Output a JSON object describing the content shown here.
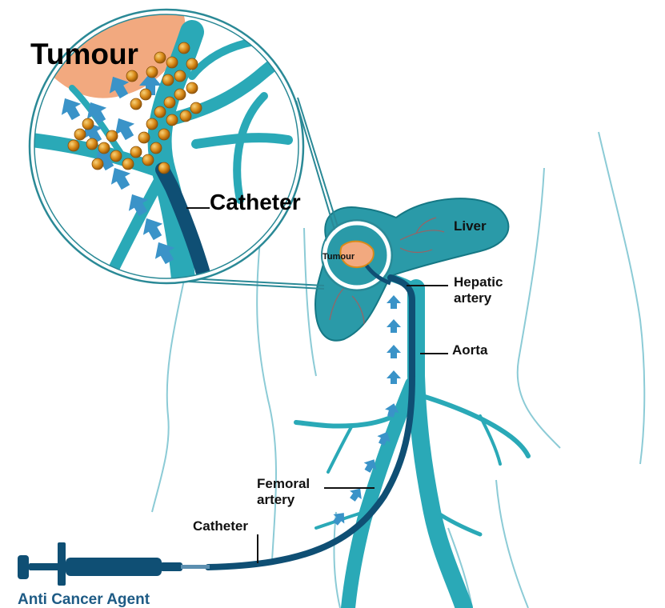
{
  "labels": {
    "tumour_zoom": "Tumour",
    "catheter_zoom": "Catheter",
    "tumour_small": "Tumour",
    "liver": "Liver",
    "hepatic_artery_line1": "Hepatic",
    "hepatic_artery_line2": "artery",
    "aorta": "Aorta",
    "femoral_artery_line1": "Femoral",
    "femoral_artery_line2": "artery",
    "catheter": "Catheter",
    "anti_cancer_agent": "Anti Cancer Agent"
  },
  "colors": {
    "vessel": "#2aa9b7",
    "liver": "#2a9aa8",
    "catheter": "#0f4f74",
    "arrow": "#3a93c8",
    "tumour": "#f2a97f",
    "bead": "#d98a18",
    "body_outline": "#8ccbd6",
    "agent_text": "#1e5b85"
  },
  "icons": {
    "syringe": "syringe-icon",
    "flow_arrow": "flow-arrow-icon",
    "drug_bead": "drug-bead-icon"
  }
}
